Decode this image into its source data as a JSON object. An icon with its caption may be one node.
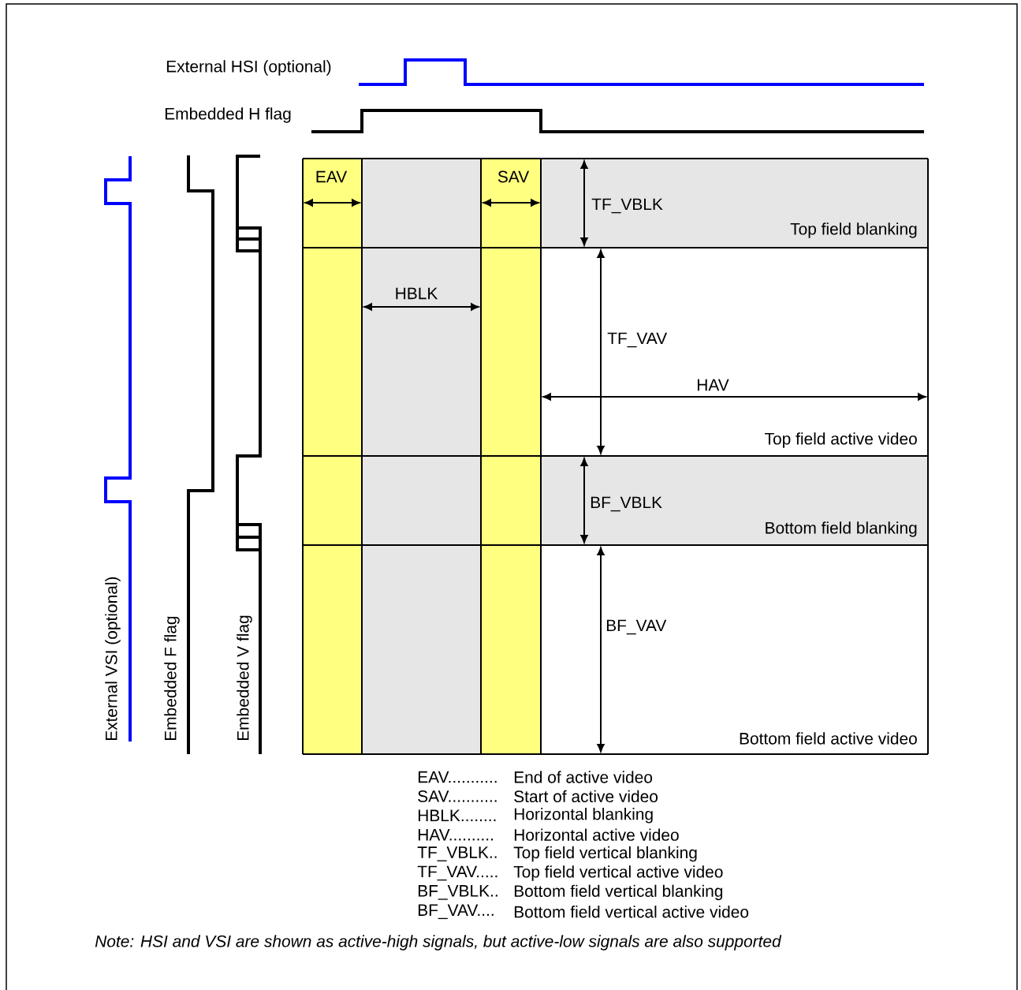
{
  "diagram": {
    "labels": [
      "External HSI (optional)",
      "Embedded H flag",
      "EAV",
      "SAV",
      "TF_VBLK",
      "Top field blanking",
      "HBLK",
      "TF_VAV",
      "HAV",
      "Top field active video",
      "BF_VBLK",
      "Bottom field blanking",
      "BF_VAV",
      "External VSI (optional)",
      "Embedded F flag",
      "Embedded V flag",
      "Bottom field active video",
      "EAV...........",
      "End of active video",
      "SAV...........",
      "Start of active video",
      "HBLK........",
      "Horizontal blanking",
      "HAV..........",
      "Horizontal active video",
      "TF_VBLK..",
      "Top field vertical blanking",
      "TF_VAV.....",
      "Top field vertical active video",
      "BF_VBLK..",
      "Bottom field vertical blanking",
      "BF_VAV....",
      "Bottom field vertical active video",
      "Note: HSI and VSI are shown as active-high signals, but active-low signals are also supported"
    ]
  }
}
